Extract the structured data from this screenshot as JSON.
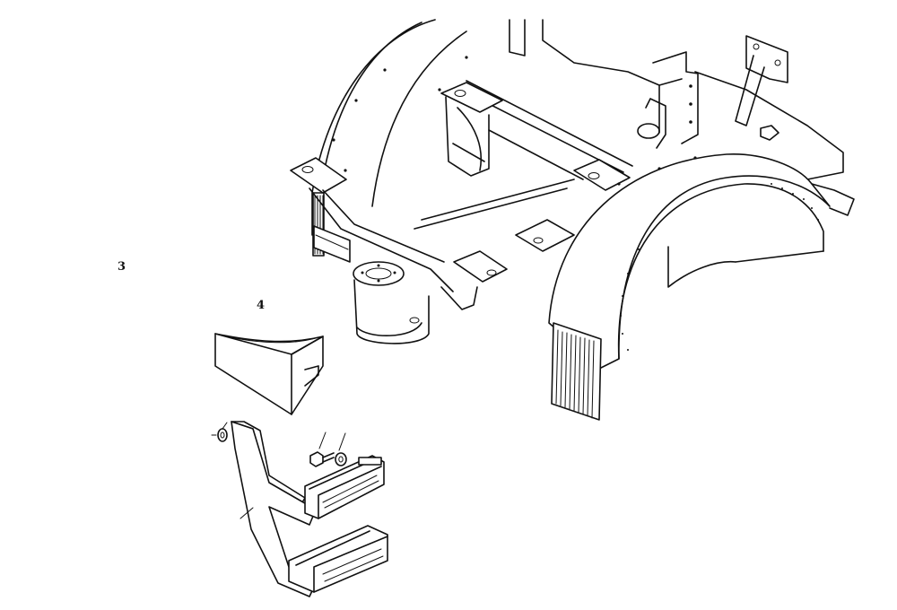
{
  "callouts": [
    {
      "id": "3",
      "label": "3"
    },
    {
      "id": "4",
      "label": "4"
    }
  ],
  "colors": {
    "line": "#111111",
    "background": "#ffffff"
  }
}
